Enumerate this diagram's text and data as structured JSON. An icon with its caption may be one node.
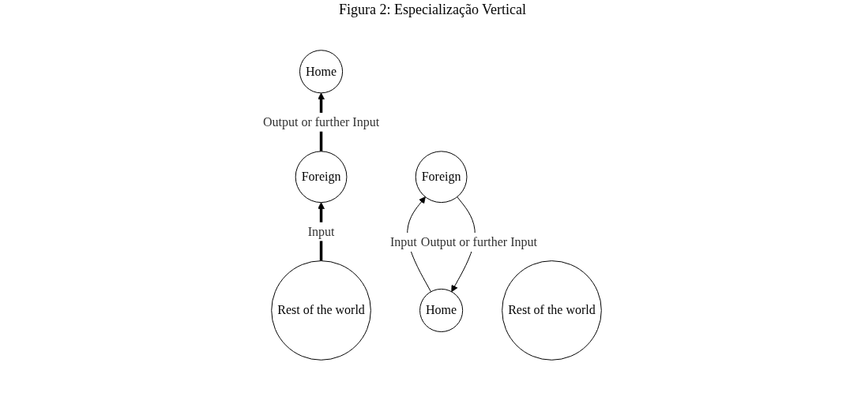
{
  "diagram": {
    "title": "Figura 2: Especialização Vertical",
    "nodes": [
      {
        "text": [
          "Home"
        ]
      },
      {
        "text": [
          "Rest of the world"
        ]
      },
      {
        "text": [
          "Foreign"
        ]
      },
      {
        "text": [
          "Home"
        ]
      },
      {
        "text": [
          "Rest of the world"
        ]
      },
      {
        "text": [
          "Foreign"
        ]
      }
    ],
    "edges": [
      {
        "from": 2,
        "to": 0,
        "arrow": "to",
        "label": "Output or further Input",
        "style": "thick"
      },
      {
        "from": 1,
        "to": 2,
        "arrow": "to",
        "label": "Input",
        "style": "thick"
      },
      {
        "from": 5,
        "to": 3,
        "arrow": "to",
        "label": "Output or further Input"
      },
      {
        "from": 3,
        "to": 5,
        "arrow": "to",
        "label": "Input"
      }
    ]
  }
}
